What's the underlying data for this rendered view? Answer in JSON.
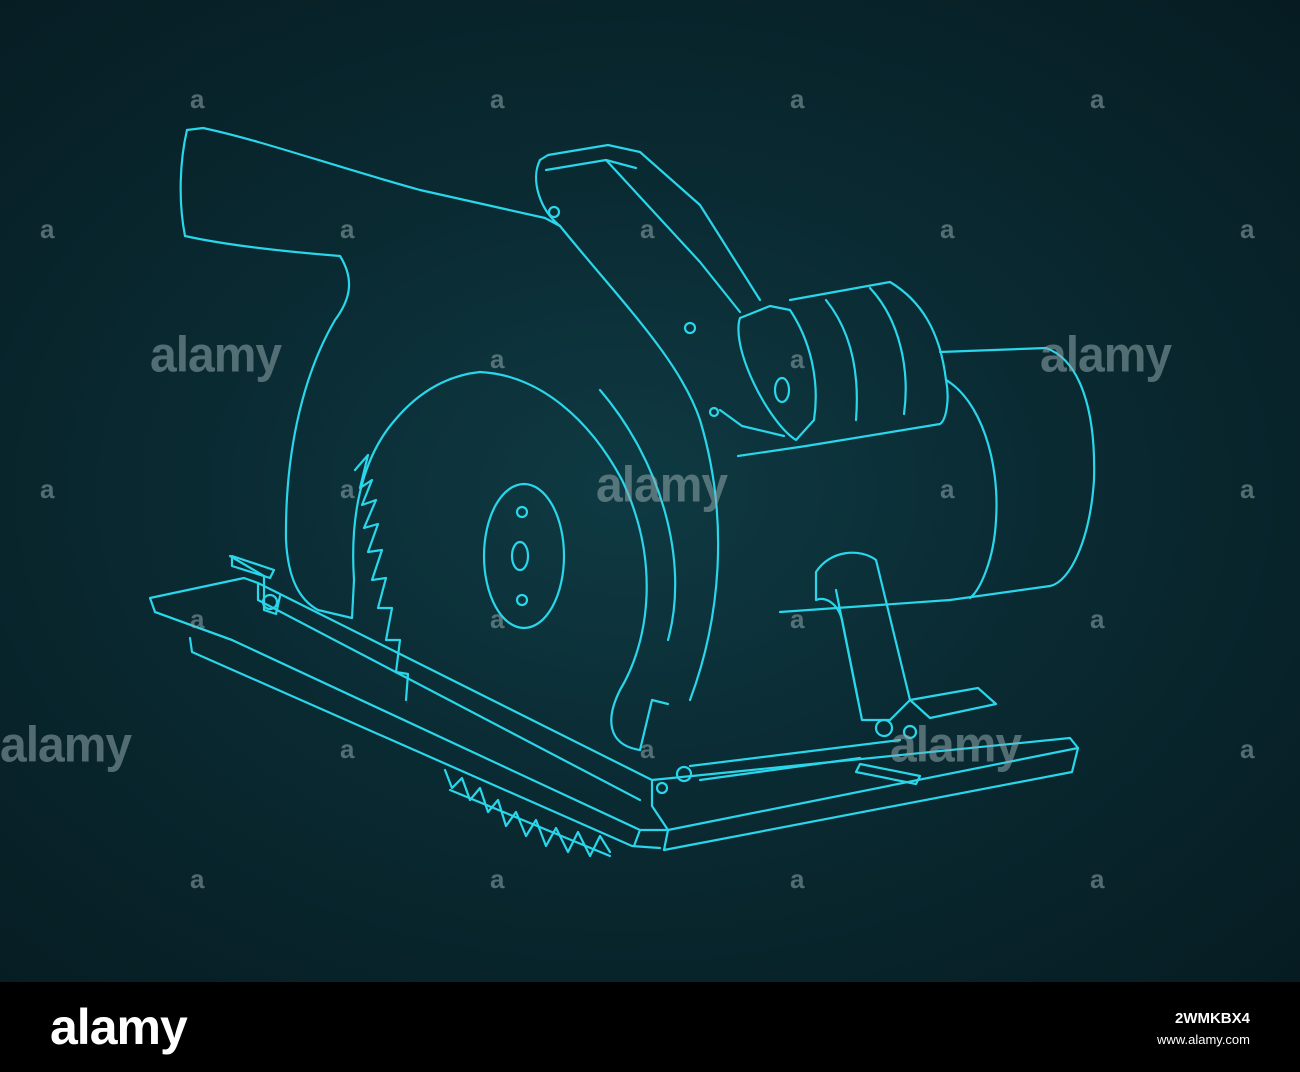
{
  "colors": {
    "background": "#0a2a32",
    "lines": "#29d6ea",
    "watermark": "#8fa7ab",
    "footer_background": "#000000",
    "footer_text": "#ffffff"
  },
  "drawing": {
    "subject": "circular-saw-blueprint",
    "line_color_name": "cyan"
  },
  "watermark": {
    "word": "alamy",
    "mark": "a"
  },
  "footer": {
    "logo_text": "alamy",
    "image_id": "2WMKBX4",
    "site": "www.alamy.com"
  }
}
